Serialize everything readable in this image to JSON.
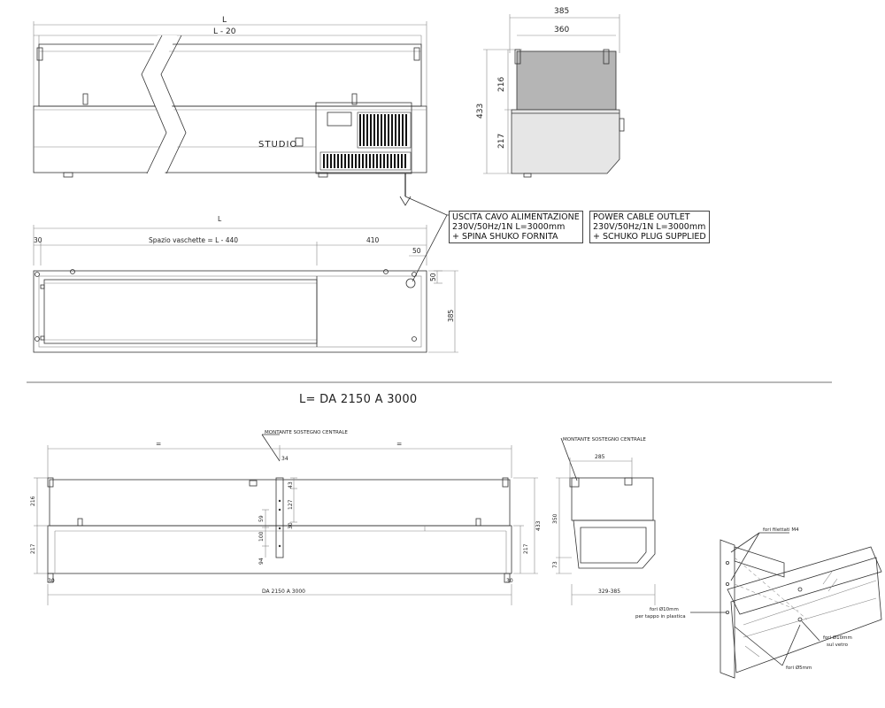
{
  "front_view": {
    "dim_total": "L",
    "dim_inner": "L - 20",
    "logo": "STUDIO"
  },
  "side_view": {
    "dim_outer_width": "385",
    "dim_inner_width": "360",
    "dim_total_height": "433",
    "dim_glass_height": "216",
    "dim_base_height": "217"
  },
  "top_view": {
    "dim_total": "L",
    "dim_left": "30",
    "dim_trays": "Spazio vaschette = L - 440",
    "dim_right": "410",
    "dim_cable": "50",
    "dim_cable_side": "50",
    "dim_depth": "385"
  },
  "notes": {
    "it": [
      "USCITA CAVO ALIMENTAZIONE",
      "230V/50Hz/1N L=3000mm",
      "+ SPINA SHUKO FORNITA"
    ],
    "en": [
      "POWER CABLE OUTLET",
      "230V/50Hz/1N L=3000mm",
      "+ SCHUKO PLUG SUPPLIED"
    ]
  },
  "range_title": "L= DA 2150 A 3000",
  "front_view_2": {
    "center_support_label": "MONTANTE SOSTEGNO CENTRALE",
    "dim_equal_left": "=",
    "dim_equal_right": "=",
    "dim_34": "34",
    "dim_43": "43",
    "dim_127": "127",
    "dim_30": "30",
    "dim_59": "59",
    "dim_100": "100",
    "dim_94": "94",
    "dim_216": "216",
    "dim_217": "217",
    "dim_433": "433",
    "dim_217_right": "217",
    "dim_foot_left": "30",
    "dim_foot_right": "30",
    "dim_total": "DA 2150 A 3000"
  },
  "side_view_2": {
    "center_support_label": "MONTANTE SOSTEGNO CENTRALE",
    "dim_285": "285",
    "dim_350": "350",
    "dim_73": "73",
    "dim_width": "329-385"
  },
  "detail": {
    "threaded_holes": "fori filettati M4",
    "holes_10_plastic": [
      "fori Ø10mm",
      "per tappo in plastica"
    ],
    "holes_10_glass": [
      "fori Ø10mm",
      "sul vetro"
    ],
    "holes_5": "fori Ø5mm"
  }
}
